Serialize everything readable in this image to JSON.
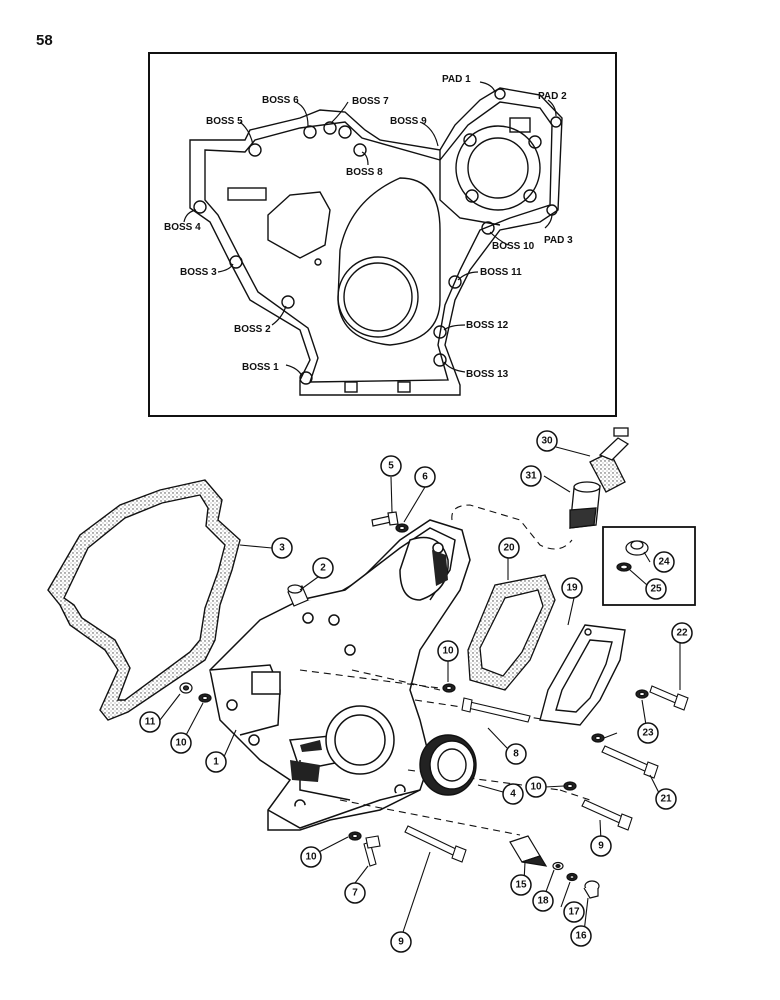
{
  "page_number": "58",
  "inset": {
    "labels": [
      {
        "id": "pad1",
        "text": "PAD 1"
      },
      {
        "id": "pad2",
        "text": "PAD 2"
      },
      {
        "id": "pad3",
        "text": "PAD 3"
      },
      {
        "id": "boss1",
        "text": "BOSS 1"
      },
      {
        "id": "boss2",
        "text": "BOSS 2"
      },
      {
        "id": "boss3",
        "text": "BOSS 3"
      },
      {
        "id": "boss4",
        "text": "BOSS 4"
      },
      {
        "id": "boss5",
        "text": "BOSS 5"
      },
      {
        "id": "boss6",
        "text": "BOSS 6"
      },
      {
        "id": "boss7",
        "text": "BOSS 7"
      },
      {
        "id": "boss8",
        "text": "BOSS 8"
      },
      {
        "id": "boss9",
        "text": "BOSS 9"
      },
      {
        "id": "boss10",
        "text": "BOSS 10"
      },
      {
        "id": "boss11",
        "text": "BOSS 11"
      },
      {
        "id": "boss12",
        "text": "BOSS 12"
      },
      {
        "id": "boss13",
        "text": "BOSS 13"
      }
    ]
  },
  "callouts": [
    {
      "id": "c1",
      "text": "1"
    },
    {
      "id": "c2",
      "text": "2"
    },
    {
      "id": "c3",
      "text": "3"
    },
    {
      "id": "c4",
      "text": "4"
    },
    {
      "id": "c5",
      "text": "5"
    },
    {
      "id": "c6",
      "text": "6"
    },
    {
      "id": "c7",
      "text": "7"
    },
    {
      "id": "c8",
      "text": "8"
    },
    {
      "id": "c9a",
      "text": "9"
    },
    {
      "id": "c9b",
      "text": "9"
    },
    {
      "id": "c10a",
      "text": "10"
    },
    {
      "id": "c10b",
      "text": "10"
    },
    {
      "id": "c10c",
      "text": "10"
    },
    {
      "id": "c10d",
      "text": "10"
    },
    {
      "id": "c11",
      "text": "11"
    },
    {
      "id": "c15",
      "text": "15"
    },
    {
      "id": "c16",
      "text": "16"
    },
    {
      "id": "c17",
      "text": "17"
    },
    {
      "id": "c18",
      "text": "18"
    },
    {
      "id": "c19",
      "text": "19"
    },
    {
      "id": "c20",
      "text": "20"
    },
    {
      "id": "c21",
      "text": "21"
    },
    {
      "id": "c22",
      "text": "22"
    },
    {
      "id": "c23",
      "text": "23"
    },
    {
      "id": "c24",
      "text": "24"
    },
    {
      "id": "c25",
      "text": "25"
    },
    {
      "id": "c30",
      "text": "30"
    },
    {
      "id": "c31",
      "text": "31"
    }
  ]
}
